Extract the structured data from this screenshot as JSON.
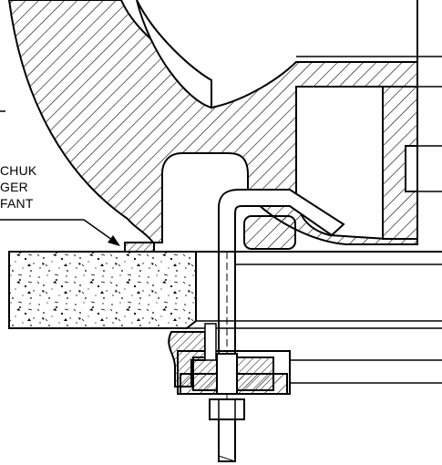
{
  "callout": {
    "line1": "CHUK",
    "line2": "GER",
    "line3": "FANT"
  }
}
